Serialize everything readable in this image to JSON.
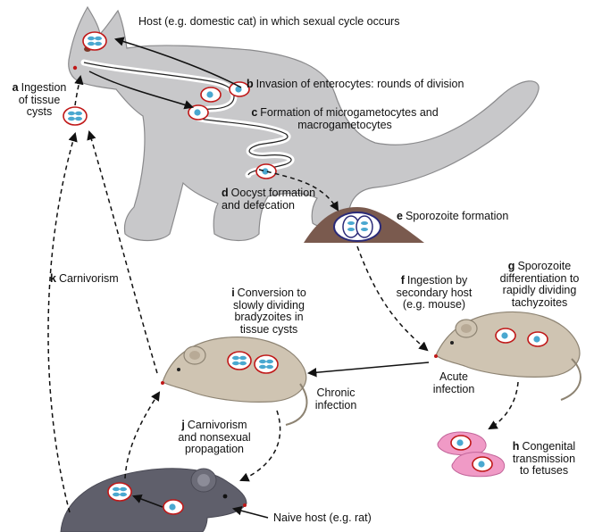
{
  "labels": {
    "host_title": "Host (e.g. domestic cat) in which sexual cycle occurs",
    "a_letter": "a",
    "a_text_1": "Ingestion",
    "a_text_2": "of tissue",
    "a_text_3": "cysts",
    "b_letter": "b",
    "b_text": "Invasion of enterocytes: rounds of division",
    "c_letter": "c",
    "c_text_1": "Formation of microgametocytes and",
    "c_text_2": "macrogametocytes",
    "d_letter": "d",
    "d_text_1": "Oocyst formation",
    "d_text_2": "and defecation",
    "e_letter": "e",
    "e_text": "Sporozoite formation",
    "f_letter": "f",
    "f_text_1": "Ingestion by",
    "f_text_2": "secondary host",
    "f_text_3": "(e.g. mouse)",
    "g_letter": "g",
    "g_text_1": "Sporozoite",
    "g_text_2": "differentiation to",
    "g_text_3": "rapidly dividing",
    "g_text_4": "tachyzoites",
    "h_letter": "h",
    "h_text_1": "Congenital",
    "h_text_2": "transmission",
    "h_text_3": "to fetuses",
    "i_letter": "i",
    "i_text_1": "Conversion to",
    "i_text_2": "slowly dividing",
    "i_text_3": "bradyzoites in",
    "i_text_4": "tissue cysts",
    "j_letter": "j",
    "j_text_1": "Carnivorism",
    "j_text_2": "and nonsexual",
    "j_text_3": "propagation",
    "k_letter": "k",
    "k_text": "Carnivorism",
    "acute_1": "Acute",
    "acute_2": "infection",
    "chronic_1": "Chronic",
    "chronic_2": "infection",
    "naive": "Naive host (e.g. rat)"
  }
}
